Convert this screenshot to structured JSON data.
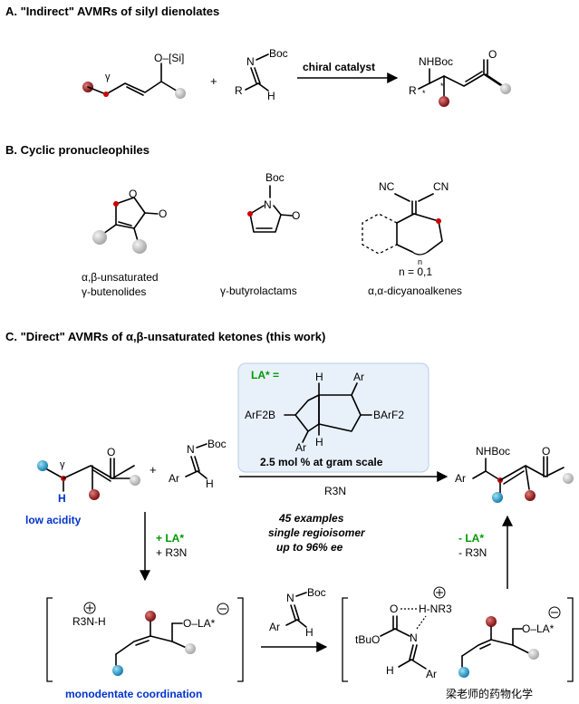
{
  "sectionA": {
    "heading": "A. \"Indirect\" AVMRs of silyl dienolates",
    "arrow_label": "chiral catalyst",
    "plus": "+",
    "gamma": "γ",
    "si_group": "O–[Si]",
    "imine_boc": "Boc",
    "imine_N": "N",
    "imine_R": "R",
    "imine_H": "H",
    "product_nhboc": "NHBoc",
    "product_R": "R",
    "product_O": "O",
    "star": "*"
  },
  "sectionB": {
    "heading": "B. Cyclic pronucleophiles",
    "butenolide_label_1": "α,β-unsaturated",
    "butenolide_label_2": "γ-butenolides",
    "lactam_label": "γ-butyrolactams",
    "dicyano_label": "α,α-dicyanoalkenes",
    "ring_n": "n = 0,1",
    "n_sub": "n",
    "O": "O",
    "N": "N",
    "Boc": "Boc",
    "NC": "NC",
    "CN": "CN"
  },
  "sectionC": {
    "heading": "C. \"Direct\" AVMRs of α,β-unsaturated ketones (this work)",
    "la_label": "LA* =",
    "catalyst_left": "ArF2B",
    "catalyst_right": "BArF2",
    "catalyst_H_top": "H",
    "catalyst_H_bottom": "H",
    "catalyst_Ar_top": "Ar",
    "catalyst_Ar_bottom": "Ar",
    "catalyst_loading": "2.5 mol % at gram scale",
    "below_arrow": "R3N",
    "examples": "45 examples",
    "regio": "single regioisomer",
    "ee": "up to 96% ee",
    "low_acidity": "low acidity",
    "gamma": "γ",
    "H": "H",
    "O": "O",
    "plus": "+",
    "imine_boc": "Boc",
    "imine_N": "N",
    "imine_Ar": "Ar",
    "imine_H": "H",
    "product_nhboc": "NHBoc",
    "product_Ar": "Ar",
    "down_reagent_1": "+ LA*",
    "down_reagent_2": "+ R3N",
    "up_reagent_1": "- LA*",
    "up_reagent_2": "- R3N",
    "ammonium": "R3N-H",
    "enolate_O_LA": "O–LA*",
    "monodentate": "monodentate coordination",
    "tBuO": "tBuO",
    "H_NR3": "H-NR3",
    "watermark": "梁老师的药物化学"
  },
  "colors": {
    "red_dot": "#a01c1c",
    "blue_dot": "#1a98c8",
    "gray_dot": "#c8c8c8",
    "green_text": "#009900",
    "blue_text": "#0033cc",
    "box_fill": "#e8f1fa"
  }
}
